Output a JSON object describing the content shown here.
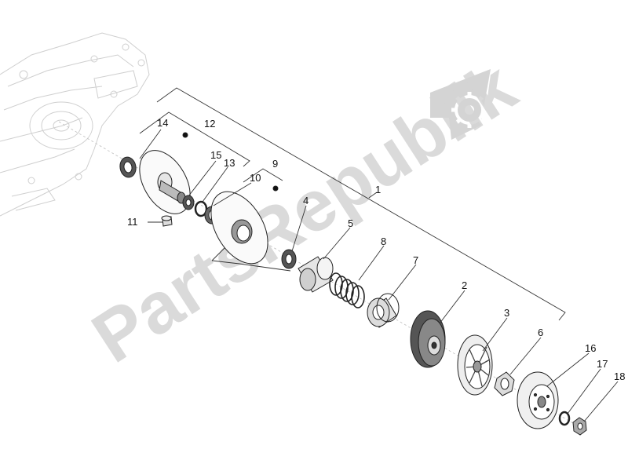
{
  "diagram": {
    "watermark_text": "PartsRepublik",
    "watermark_icon": "gear-icon",
    "colors": {
      "line": "#222222",
      "ghost": "#cfcfcf",
      "watermark": "#d4d4d4",
      "part_fill": "#f2f2f2",
      "part_dark": "#555555"
    },
    "callouts": [
      {
        "id": "1",
        "label": "1"
      },
      {
        "id": "2",
        "label": "2"
      },
      {
        "id": "3",
        "label": "3"
      },
      {
        "id": "4",
        "label": "4"
      },
      {
        "id": "5",
        "label": "5"
      },
      {
        "id": "6",
        "label": "6"
      },
      {
        "id": "7",
        "label": "7"
      },
      {
        "id": "8",
        "label": "8"
      },
      {
        "id": "9",
        "label": "9"
      },
      {
        "id": "10",
        "label": "10"
      },
      {
        "id": "11",
        "label": "11"
      },
      {
        "id": "12",
        "label": "12"
      },
      {
        "id": "13",
        "label": "13"
      },
      {
        "id": "14",
        "label": "14"
      },
      {
        "id": "15",
        "label": "15"
      },
      {
        "id": "16",
        "label": "16"
      },
      {
        "id": "17",
        "label": "17"
      },
      {
        "id": "18",
        "label": "18"
      }
    ]
  }
}
